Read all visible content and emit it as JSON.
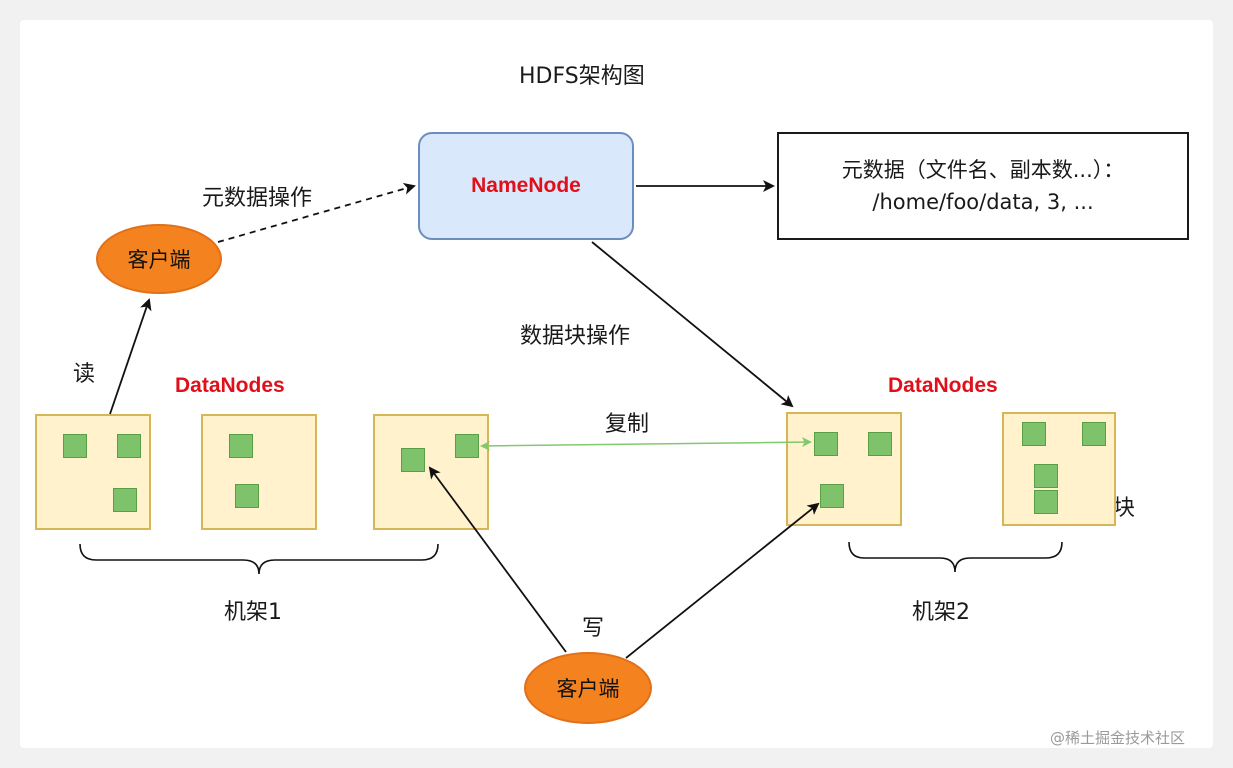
{
  "title": "HDFS架构图",
  "namenode": {
    "label": "NameNode"
  },
  "metadata": {
    "line1": "元数据（文件名、副本数...）：",
    "line2": "/home/foo/data, 3, ..."
  },
  "labels": {
    "metadata_op": "元数据操作",
    "block_op": "数据块操作",
    "read": "读",
    "write": "写",
    "replicate": "复制",
    "block": "数据块"
  },
  "clients": {
    "top": "客户端",
    "bottom": "客户端"
  },
  "racks": [
    {
      "datanodes_label": "DataNodes",
      "rack_label": "机架1"
    },
    {
      "datanodes_label": "DataNodes",
      "rack_label": "机架2"
    }
  ],
  "watermark": "@稀土掘金技术社区",
  "colors": {
    "namenode_fill": "#dae8fc",
    "datanode_fill": "#fff2cc",
    "block_fill": "#7ec26b",
    "client_fill": "#f4821f",
    "label_red": "#e0101a",
    "replicate_arrow": "#82c86e"
  }
}
